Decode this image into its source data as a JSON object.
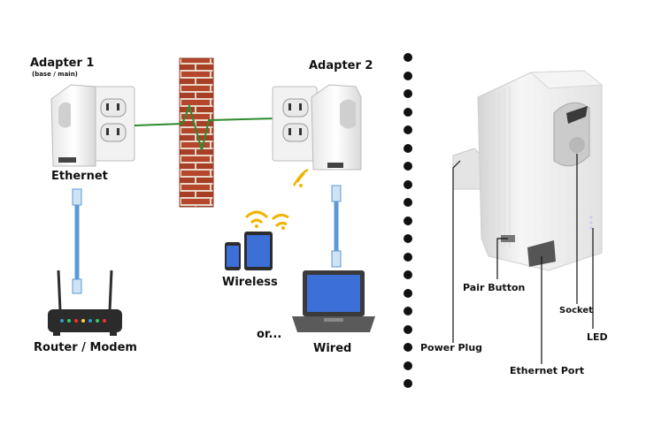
{
  "labels": {
    "adapter1": "Adapter 1",
    "adapter1_sub": "(base / main)",
    "adapter2": "Adapter 2",
    "ethernet": "Ethernet",
    "router": "Router / Modem",
    "wireless": "Wireless",
    "or": "or...",
    "wired": "Wired",
    "pair_button": "Pair Button",
    "socket": "Socket",
    "led": "LED",
    "power_plug": "Power Plug",
    "ethernet_port": "Ethernet Port"
  },
  "colors": {
    "cable": "#5b9bd5",
    "powerline": "#2e8b2e",
    "brick": "#b5462c",
    "mortar": "#e8d8c8",
    "wifi": "#f0b400",
    "device_screen": "#3c6fd8"
  },
  "icons": [
    "outlet-icon",
    "adapter-icon",
    "brick-wall-icon",
    "router-icon",
    "phone-icon",
    "tablet-icon",
    "wifi-icon",
    "laptop-icon",
    "ethernet-plug-icon"
  ]
}
